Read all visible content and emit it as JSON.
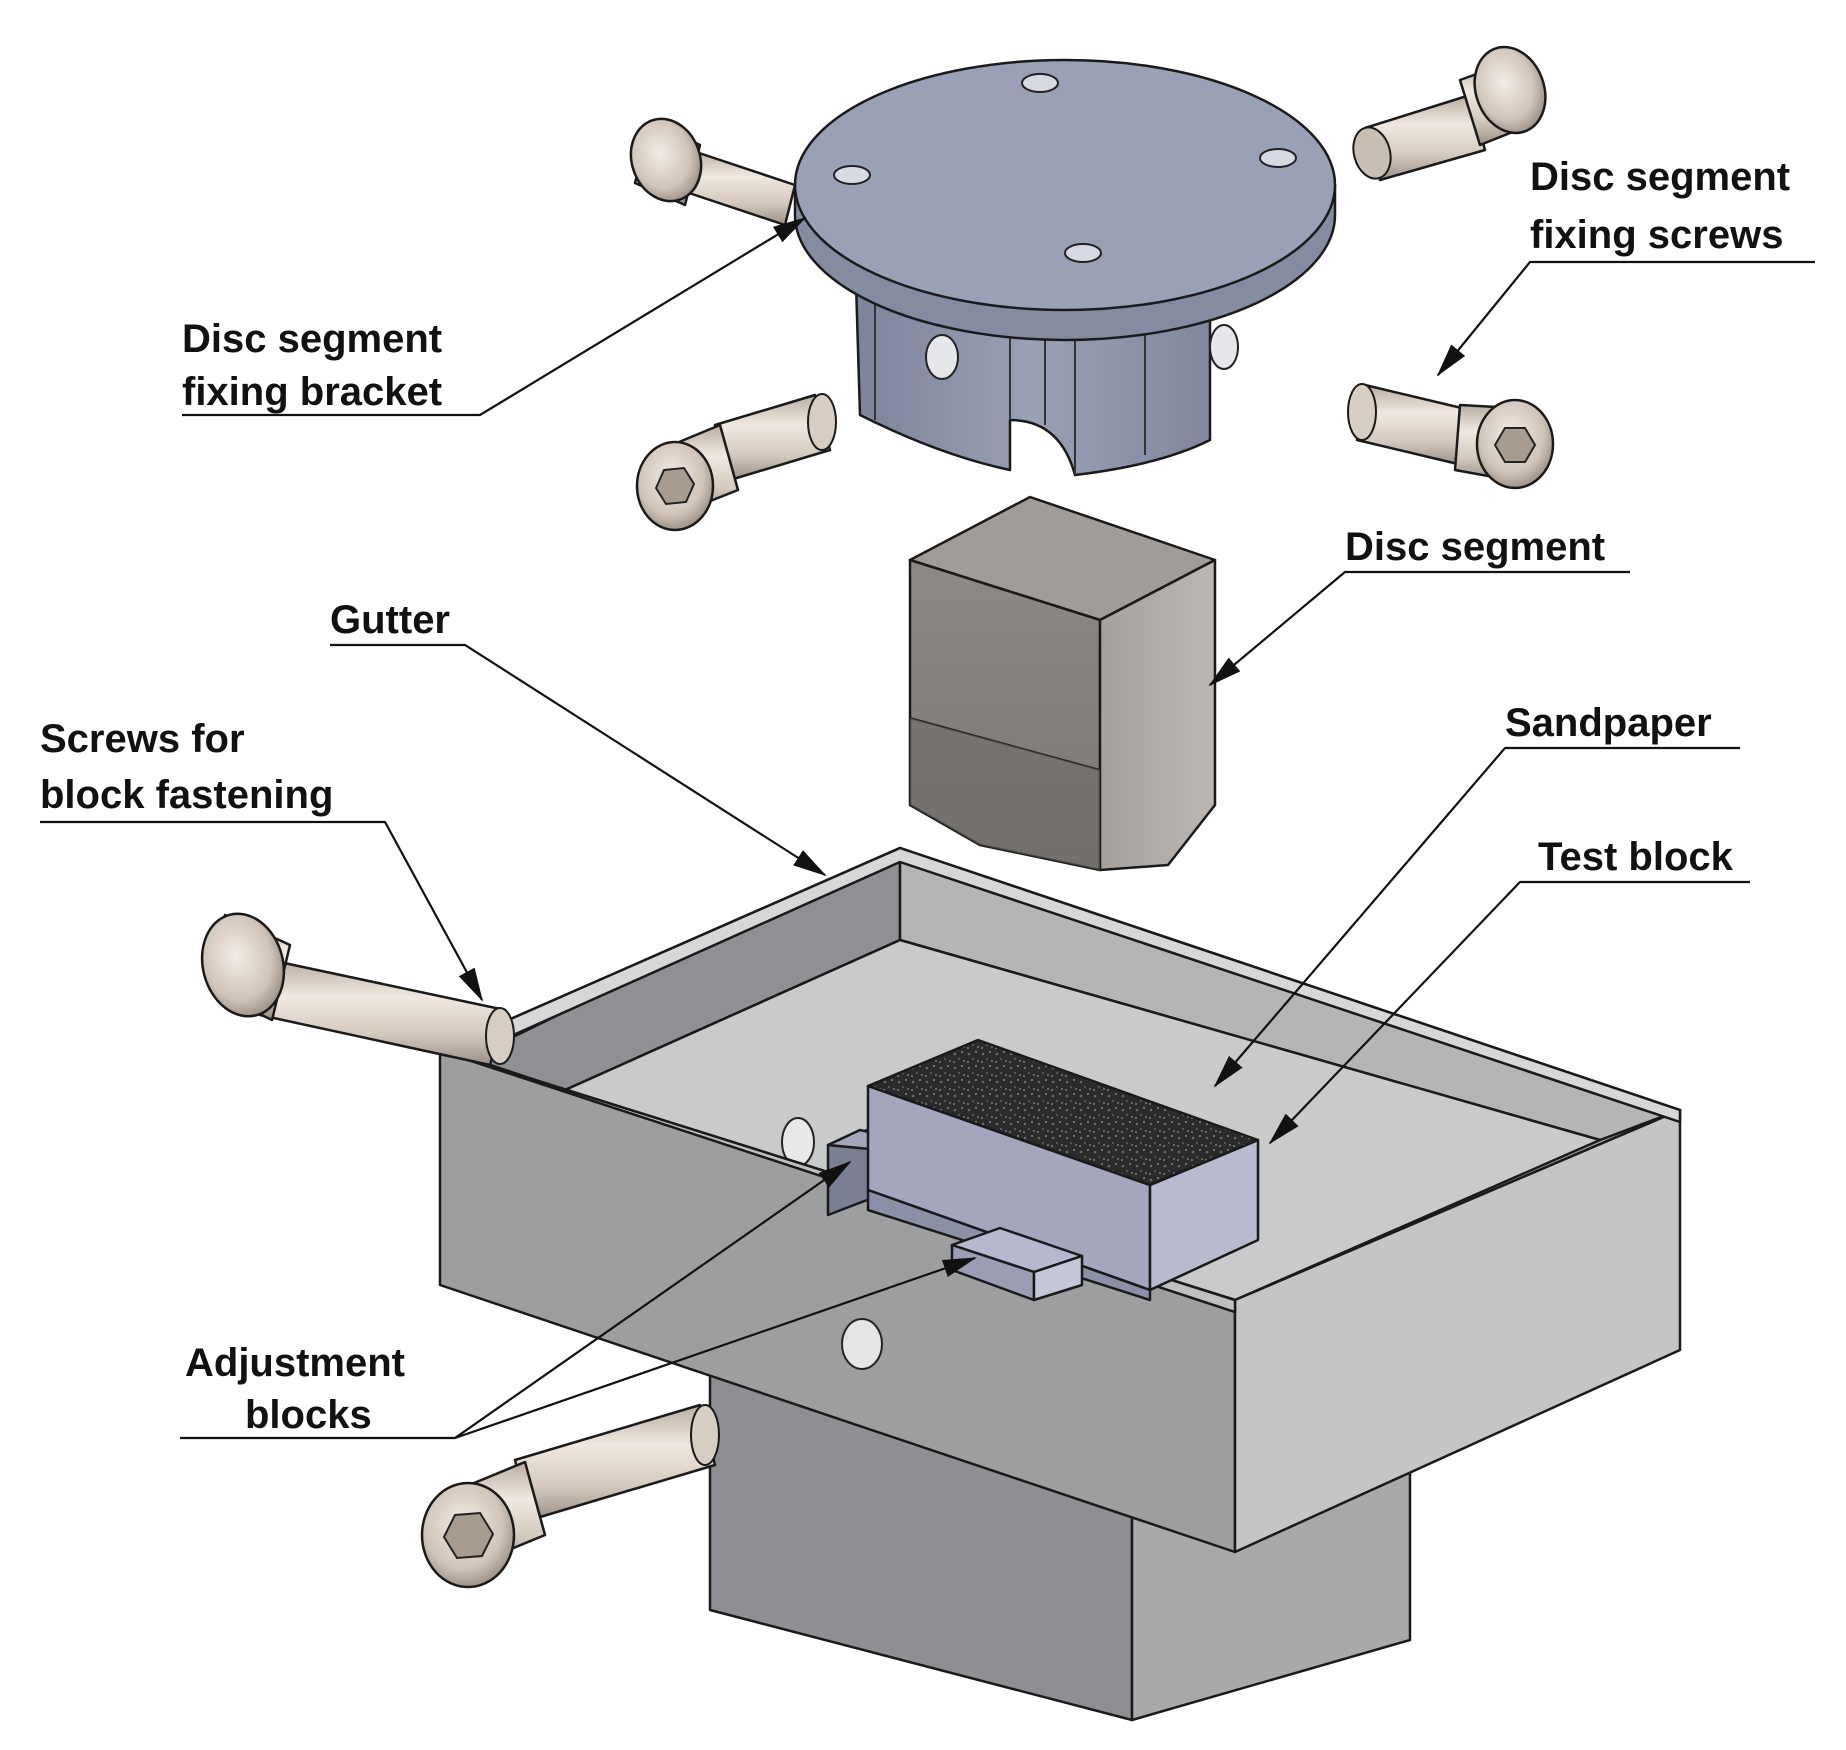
{
  "labels": {
    "fixing_bracket": {
      "line1": "Disc segment",
      "line2": "fixing bracket"
    },
    "fixing_screws": {
      "line1": "Disc segment",
      "line2": "fixing screws"
    },
    "disc_segment": "Disc segment",
    "gutter": "Gutter",
    "screws_block": {
      "line1": "Screws for",
      "line2": "block fastening"
    },
    "sandpaper": "Sandpaper",
    "test_block": "Test block",
    "adjustment_blocks": {
      "line1": "Adjustment",
      "line2": "blocks"
    }
  },
  "colors": {
    "bracket_top": "#9aa1b6",
    "bracket_body": "#8c93a8",
    "segment_front": "#8e8a86",
    "segment_side": "#b0aba7",
    "gutter_front": "#9d9ea0",
    "gutter_side": "#c4c5c7",
    "gutter_floor": "#c9cacc",
    "test_block": "#a3a6bd",
    "sandpaper": "#2b2b2b",
    "screw": "#d8cdc3"
  },
  "icons": {
    "screw": "socket-head-cap-screw-icon"
  }
}
